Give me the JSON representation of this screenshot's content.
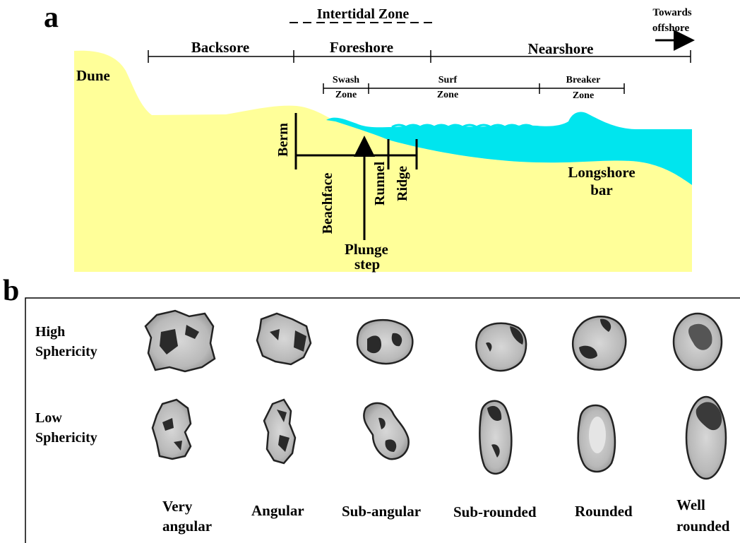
{
  "panel_a": {
    "letter": "a",
    "intertidal_zone": "Intertidal Zone",
    "towards": "Towards",
    "offshore": "offshore",
    "zones": {
      "backshore": "Backsore",
      "foreshore": "Foreshore",
      "nearshore": "Nearshore"
    },
    "subzones": {
      "swash_1": "Swash",
      "swash_2": "Zone",
      "surf_1": "Surf",
      "surf_2": "Zone",
      "breaker_1": "Breaker",
      "breaker_2": "Zone"
    },
    "features": {
      "dune": "Dune",
      "berm": "Berm",
      "beachface": "Beachface",
      "runnel": "Runnel",
      "ridge": "Ridge",
      "plunge_1": "Plunge",
      "plunge_2": "step",
      "longshore_1": "Longshore",
      "longshore_2": "bar"
    },
    "colors": {
      "sand": "#FFFF99",
      "water": "#00E5EE"
    }
  },
  "panel_b": {
    "letter": "b",
    "rows": {
      "high_1": "High",
      "high_2": "Sphericity",
      "low_1": "Low",
      "low_2": "Sphericity"
    },
    "classes": {
      "very_angular_1": "Very",
      "very_angular_2": "angular",
      "angular": "Angular",
      "sub_angular": "Sub-angular",
      "sub_rounded": "Sub-rounded",
      "rounded": "Rounded",
      "well_rounded_1": "Well",
      "well_rounded_2": "rounded"
    },
    "colors": {
      "grain_fill": "#bdbdbd",
      "grain_dark": "#2a2a2a"
    }
  }
}
